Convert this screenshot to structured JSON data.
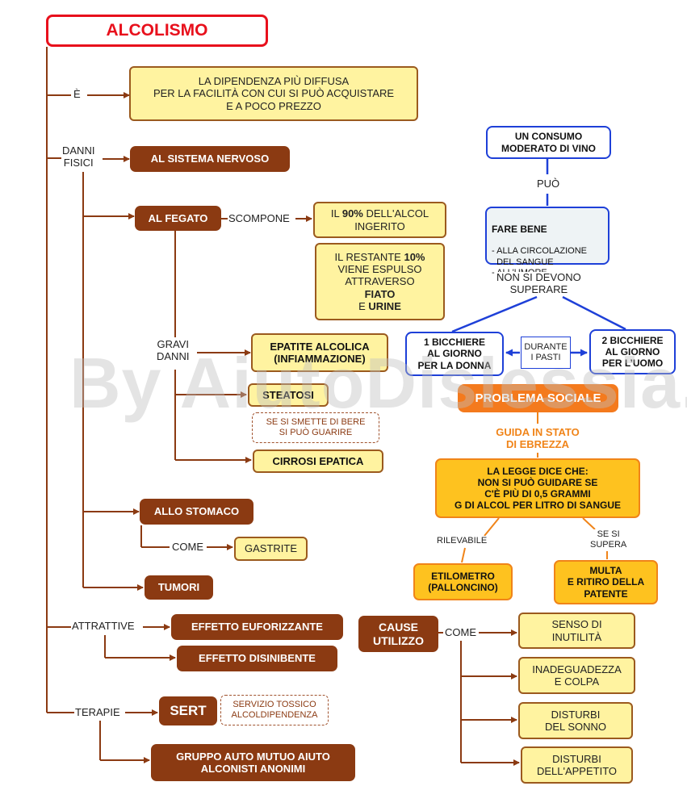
{
  "title": "ALCOLISMO",
  "watermark": "By AiutoDislessia.net",
  "links": {
    "e": "È",
    "danni_fisici": "DANNI\nFISICI",
    "scompone": "SCOMPONE",
    "gravi_danni": "GRAVI\nDANNI",
    "come_stomaco": "COME",
    "attrattive": "ATTRATTIVE",
    "terapie": "TERAPIE",
    "puo": "PUÒ",
    "non_si_devono": "NON SI DEVONO\nSUPERARE",
    "rilevabile": "RILEVABILE",
    "se_si_supera": "SE SI\nSUPERA",
    "come_cause": "COME"
  },
  "nodes": {
    "dipendenza": "LA DIPENDENZA PIÙ DIFFUSA\nPER LA FACILITÀ CON CUI SI PUÒ ACQUISTARE\nE A POCO PREZZO",
    "sistema_nervoso": "AL SISTEMA NERVOSO",
    "fegato": "AL FEGATO",
    "alcol_90_pre": "IL ",
    "alcol_90_bold": "90%",
    "alcol_90_post": " DELL'ALCOL\nINGERITO",
    "restante_pre": "IL RESTANTE ",
    "restante_bold": "10%",
    "restante_mid": "\nVIENE ESPULSO\nATTRAVERSO\n",
    "restante_fiato": "FIATO",
    "restante_e": "\nE ",
    "restante_urine": "URINE",
    "epatite": "EPATITE ALCOLICA\n(INFIAMMAZIONE)",
    "steatosi": "STEATOSI",
    "guarire": "SE SI SMETTE DI BERE\nSI PUÒ GUARIRE",
    "cirrosi": "CIRROSI EPATICA",
    "stomaco": "ALLO STOMACO",
    "gastrite": "GASTRITE",
    "tumori": "TUMORI",
    "euforizzante": "EFFETTO EUFORIZZANTE",
    "disinibente": "EFFETTO DISINIBENTE",
    "sert": "SERT",
    "sert_desc": "SERVIZIO TOSSICO\nALCOLDIPENDENZA",
    "gruppo": "GRUPPO AUTO MUTUO AIUTO\nALCONISTI ANONIMI",
    "consumo": "UN CONSUMO\nMODERATO DI VINO",
    "fare_bene_title": "FARE BENE",
    "fare_bene_items": "- ALLA CIRCOLAZIONE\n  DEL SANGUE\n- ALL'UMORE",
    "donna": "1 BICCHIERE\nAL GIORNO\nPER LA DONNA",
    "durante": "DURANTE\nI PASTI",
    "uomo": "2 BICCHIERE\nAL GIORNO\nPER L’UOMO",
    "problema_sociale": "PROBLEMA SOCIALE",
    "guida": "GUIDA IN STATO\nDI EBREZZA",
    "legge": "LA LEGGE DICE CHE:\nNON SI PUÒ GUIDARE SE\nC'È PIÙ DI 0,5 GRAMMI\nG DI ALCOL PER LITRO DI SANGUE",
    "etilometro": "ETILOMETRO\n(PALLONCINO)",
    "multa": "MULTA\nE RITIRO DELLA\nPATENTE",
    "cause": "CAUSE\nUTILIZZO",
    "inutilita": "SENSO DI\nINUTILITÀ",
    "inadeguadezza": "INADEGUADEZZA\nE COLPA",
    "sonno": "DISTURBI\nDEL SONNO",
    "appetito": "DISTURBI\nDELL'APPETITO"
  },
  "colors": {
    "brown_node": "#8b3a12",
    "yellow_fill": "#fff3a0",
    "line_brown": "#8b3a12",
    "blue": "#1e40d8",
    "orange": "#f08419",
    "title_red": "#e8101c"
  }
}
